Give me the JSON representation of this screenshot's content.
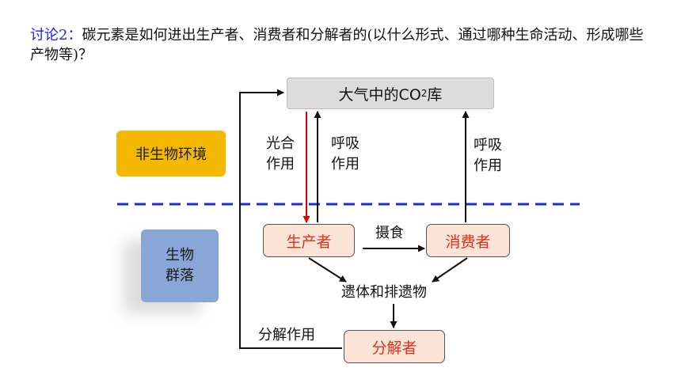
{
  "question": {
    "label": "讨论2：",
    "text": "碳元素是如何进出生产者、消费者和分解者的(以什么形式、通过哪种生命活动、形成哪些产物等)？"
  },
  "atmosphere": {
    "main": "大气中的CO",
    "sub": "2",
    "tail": "库"
  },
  "zones": {
    "abiotic": "非生物环境",
    "community_line1": "生物",
    "community_line2": "群落"
  },
  "organisms": {
    "producer": "生产者",
    "consumer": "消费者",
    "decomposer": "分解者"
  },
  "processes": {
    "photosynthesis_line1": "光合",
    "photosynthesis_line2": "作用",
    "respiration_line1": "呼吸",
    "respiration_line2": "作用",
    "consumer_respiration_line1": "呼吸",
    "consumer_respiration_line2": "作用",
    "feeding": "摄食",
    "remains": "遗体和排遗物",
    "decomposition": "分解作用"
  },
  "colors": {
    "boundary_dash": "#1f2bd6",
    "photosynthesis_arrow": "#e00000",
    "organism_text": "#e0301e",
    "abiotic_box": "#f5b800",
    "community_box": "#8aa6d6"
  }
}
